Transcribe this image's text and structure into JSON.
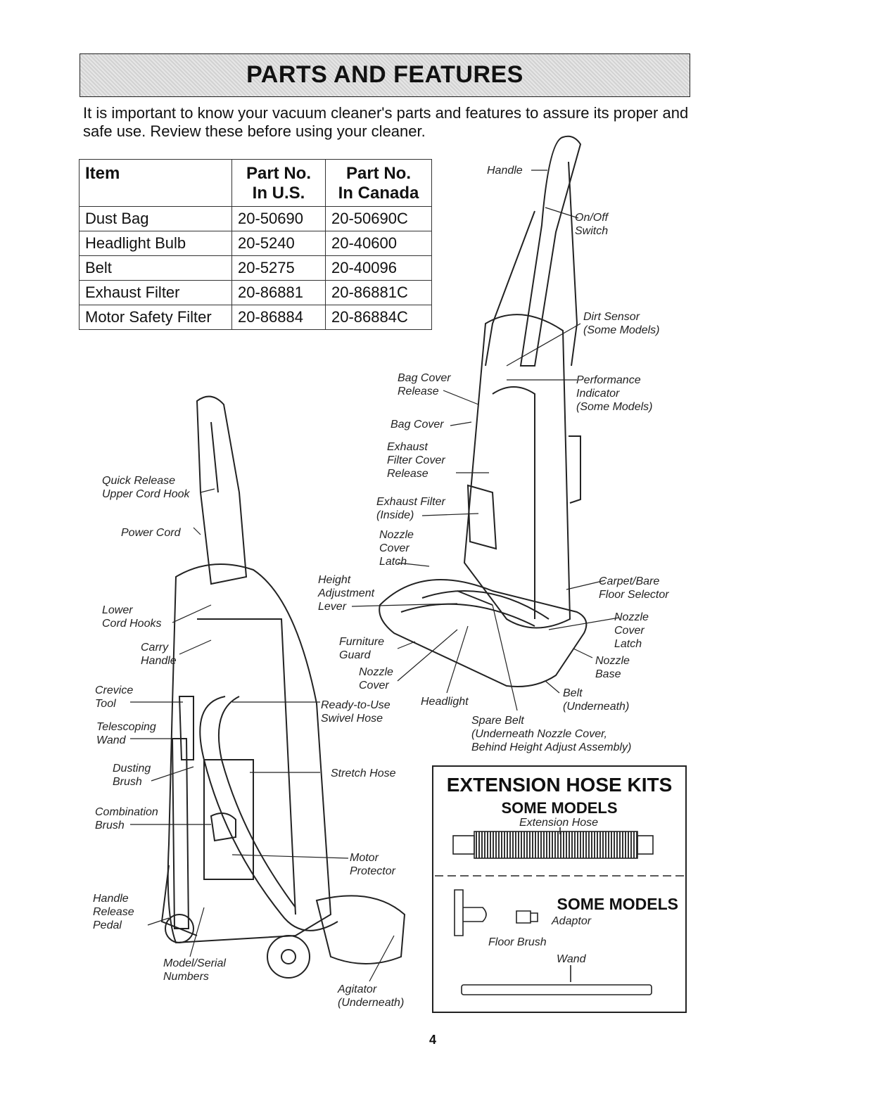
{
  "banner": {
    "title": "PARTS AND FEATURES"
  },
  "intro": "It is important to know your vacuum cleaner's parts and features to assure its proper and safe use. Review these before using your cleaner.",
  "table": {
    "headers": {
      "item": "Item",
      "us_1": "Part No.",
      "us_2": "In U.S.",
      "ca_1": "Part No.",
      "ca_2": "In Canada"
    },
    "rows": [
      {
        "item": "Dust Bag",
        "us": "20-50690",
        "ca": "20-50690C"
      },
      {
        "item": "Headlight Bulb",
        "us": "20-5240",
        "ca": "20-40600"
      },
      {
        "item": "Belt",
        "us": "20-5275",
        "ca": "20-40096"
      },
      {
        "item": "Exhaust Filter",
        "us": "20-86881",
        "ca": "20-86881C"
      },
      {
        "item": "Motor Safety Filter",
        "us": "20-86884",
        "ca": "20-86884C"
      }
    ]
  },
  "labels": {
    "handle": "Handle",
    "onoff_1": "On/Off",
    "onoff_2": "Switch",
    "dirt_1": "Dirt Sensor",
    "dirt_2": "(Some Models)",
    "perf_1": "Performance",
    "perf_2": "Indicator",
    "perf_3": "(Some Models)",
    "bagrel_1": "Bag Cover",
    "bagrel_2": "Release",
    "bagcover": "Bag Cover",
    "exhrel_1": "Exhaust",
    "exhrel_2": "Filter Cover",
    "exhrel_3": "Release",
    "exhfilt_1": "Exhaust Filter",
    "exhfilt_2": "(Inside)",
    "nozlatch_1": "Nozzle",
    "nozlatch_2": "Cover",
    "nozlatch_3": "Latch",
    "height_1": "Height",
    "height_2": "Adjustment",
    "height_3": "Lever",
    "carpet_1": "Carpet/Bare",
    "carpet_2": "Floor Selector",
    "nozlatch2_1": "Nozzle",
    "nozlatch2_2": "Cover",
    "nozlatch2_3": "Latch",
    "nozbase_1": "Nozzle",
    "nozbase_2": "Base",
    "belt_1": "Belt",
    "belt_2": "(Underneath)",
    "furn_1": "Furniture",
    "furn_2": "Guard",
    "nozcover_1": "Nozzle",
    "nozcover_2": "Cover",
    "headlight": "Headlight",
    "spare_1": "Spare Belt",
    "spare_2": "(Underneath Nozzle Cover,",
    "spare_3": "Behind Height Adjust Assembly)",
    "ready_1": "Ready-to-Use",
    "ready_2": "Swivel Hose",
    "quick_1": "Quick Release",
    "quick_2": "Upper Cord Hook",
    "power": "Power Cord",
    "lower_1": "Lower",
    "lower_2": "Cord Hooks",
    "carry_1": "Carry",
    "carry_2": "Handle",
    "crevice_1": "Crevice",
    "crevice_2": "Tool",
    "tele_1": "Telescoping",
    "tele_2": "Wand",
    "dust_1": "Dusting",
    "dust_2": "Brush",
    "combo_1": "Combination",
    "combo_2": "Brush",
    "stretch": "Stretch Hose",
    "motor_1": "Motor",
    "motor_2": "Protector",
    "pedal_1": "Handle",
    "pedal_2": "Release",
    "pedal_3": "Pedal",
    "model_1": "Model/Serial",
    "model_2": "Numbers",
    "agit_1": "Agitator",
    "agit_2": "(Underneath)"
  },
  "kits": {
    "title": "EXTENSION HOSE KITS",
    "subtitle": "SOME MODELS",
    "ext_hose": "Extension Hose",
    "subtitle2": "SOME MODELS",
    "adaptor": "Adaptor",
    "floor_brush": "Floor Brush",
    "wand": "Wand"
  },
  "page_number": "4"
}
